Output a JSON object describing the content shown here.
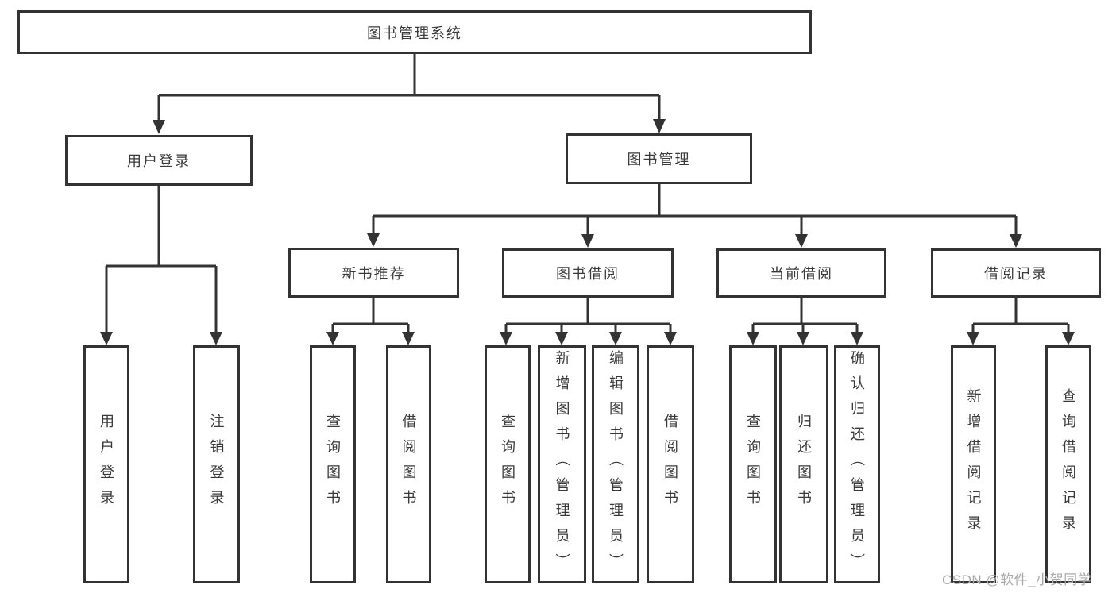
{
  "diagram": {
    "title": "图书管理系统",
    "tree": {
      "label": "图书管理系统",
      "children": [
        {
          "label": "用户登录",
          "children": [
            {
              "label": "用户登录"
            },
            {
              "label": "注销登录"
            }
          ]
        },
        {
          "label": "图书管理",
          "children": [
            {
              "label": "新书推荐",
              "children": [
                {
                  "label": "查询图书"
                },
                {
                  "label": "借阅图书"
                }
              ]
            },
            {
              "label": "图书借阅",
              "children": [
                {
                  "label": "查询图书"
                },
                {
                  "label": "新增图书（管理员）"
                },
                {
                  "label": "编辑图书（管理员）"
                },
                {
                  "label": "借阅图书"
                }
              ]
            },
            {
              "label": "当前借阅",
              "children": [
                {
                  "label": "查询图书"
                },
                {
                  "label": "归还图书"
                },
                {
                  "label": "确认归还（管理员）"
                }
              ]
            },
            {
              "label": "借阅记录",
              "children": [
                {
                  "label": "新增借阅记录"
                },
                {
                  "label": "查询借阅记录"
                }
              ]
            }
          ]
        }
      ]
    },
    "watermark": "CSDN @软件_小贺同学",
    "colors": {
      "line": "#333333",
      "text": "#3a3a3a",
      "background": "#ffffff",
      "watermark": "#a9a9a9"
    }
  }
}
